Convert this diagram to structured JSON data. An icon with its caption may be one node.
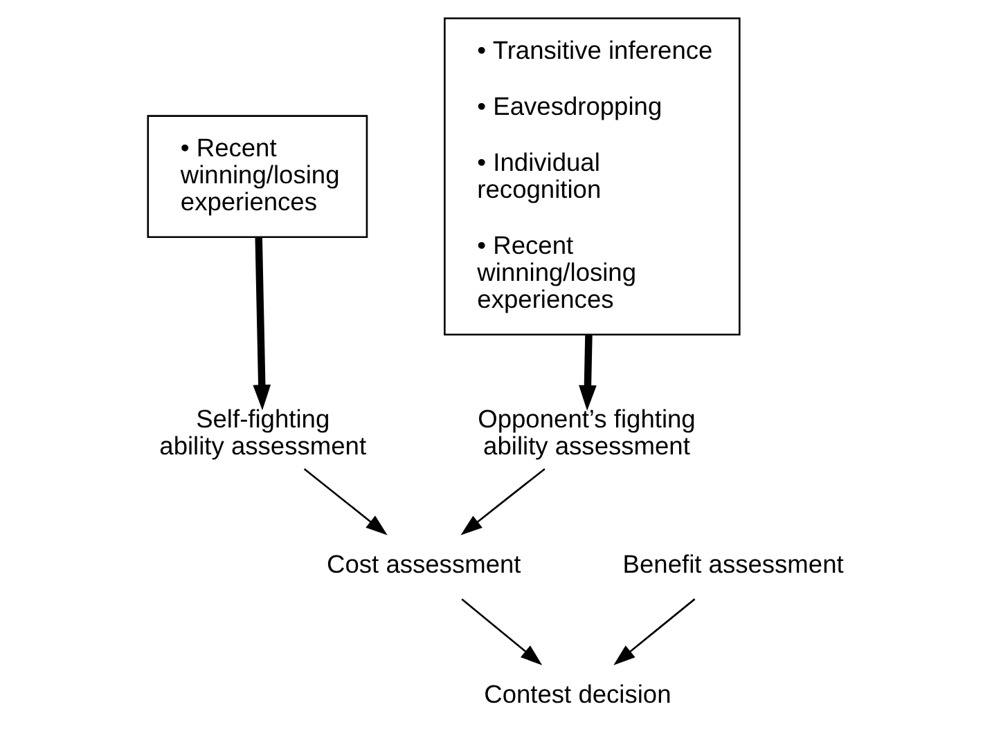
{
  "diagram": {
    "nodes": [
      {
        "text": [
          "• Recent winning/losing experiences"
        ]
      },
      {
        "text": [
          "• Transitive inference",
          "• Eavesdropping",
          "• Individual recognition",
          "• Recent winning/losing experiences"
        ]
      },
      {
        "text": [
          "Self-fighting ability assessment"
        ]
      },
      {
        "text": [
          "Opponent’s fighting ability assessment"
        ]
      },
      {
        "text": [
          "Benefit assessment"
        ]
      },
      {
        "text": [
          "Cost assessment"
        ]
      },
      {
        "text": [
          "Contest decision"
        ]
      }
    ],
    "edges": [
      {
        "from": 0,
        "to": 2,
        "arrow": "to",
        "style": "thick"
      },
      {
        "from": 1,
        "to": 3,
        "arrow": "to",
        "style": "thick"
      },
      {
        "from": 2,
        "to": 5,
        "arrow": "to"
      },
      {
        "from": 3,
        "to": 5,
        "arrow": "to"
      },
      {
        "from": 4,
        "to": 6,
        "arrow": "to"
      },
      {
        "from": 5,
        "to": 6,
        "arrow": "to"
      }
    ]
  }
}
